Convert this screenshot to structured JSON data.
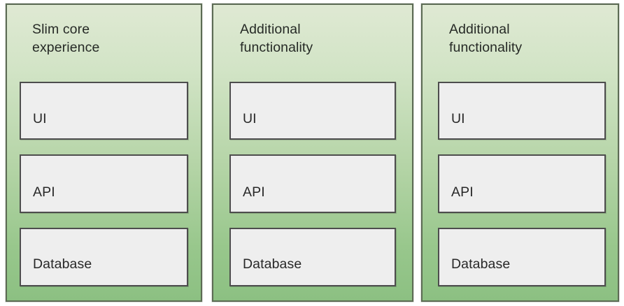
{
  "diagram": {
    "background_color": "#ffffff",
    "panel_gradient_top": "#dfe9d3",
    "panel_gradient_bottom": "#8cc082",
    "panel_border_color": "#5c6b54",
    "box_fill_color": "#eeeeee",
    "box_border_color": "#4d4d4d",
    "text_color": "#282828",
    "panels": [
      {
        "id": "panel-slim-core",
        "title": "Slim core\nexperience",
        "layers": [
          {
            "id": "ui",
            "label": "UI"
          },
          {
            "id": "api",
            "label": "API"
          },
          {
            "id": "database",
            "label": "Database"
          }
        ]
      },
      {
        "id": "panel-additional-1",
        "title": "Additional\nfunctionality",
        "layers": [
          {
            "id": "ui",
            "label": "UI"
          },
          {
            "id": "api",
            "label": "API"
          },
          {
            "id": "database",
            "label": "Database"
          }
        ]
      },
      {
        "id": "panel-additional-2",
        "title": "Additional\nfunctionality",
        "layers": [
          {
            "id": "ui",
            "label": "UI"
          },
          {
            "id": "api",
            "label": "API"
          },
          {
            "id": "database",
            "label": "Database"
          }
        ]
      }
    ]
  }
}
